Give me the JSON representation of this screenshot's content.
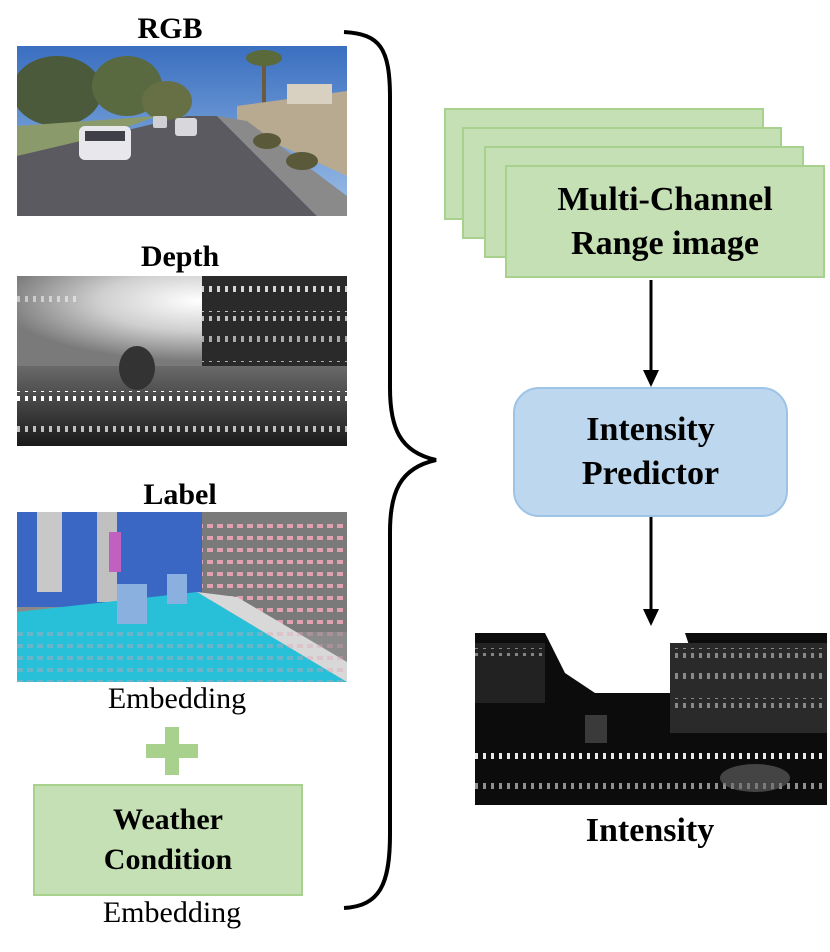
{
  "inputs": {
    "rgb_label": "RGB",
    "depth_label": "Depth",
    "label_label": "Label",
    "label_embedding": "Embedding",
    "weather_line1": "Weather",
    "weather_line2": "Condition",
    "weather_embedding": "Embedding"
  },
  "stack": {
    "line1": "Multi-Channel",
    "line2": "Range image"
  },
  "predictor": {
    "line1": "Intensity",
    "line2": "Predictor"
  },
  "output": {
    "label": "Intensity"
  },
  "colors": {
    "green_fill": "#c5e0b4",
    "green_border": "#a9d18e",
    "blue_fill": "#bdd7ee",
    "blue_border": "#9dc3e6"
  }
}
